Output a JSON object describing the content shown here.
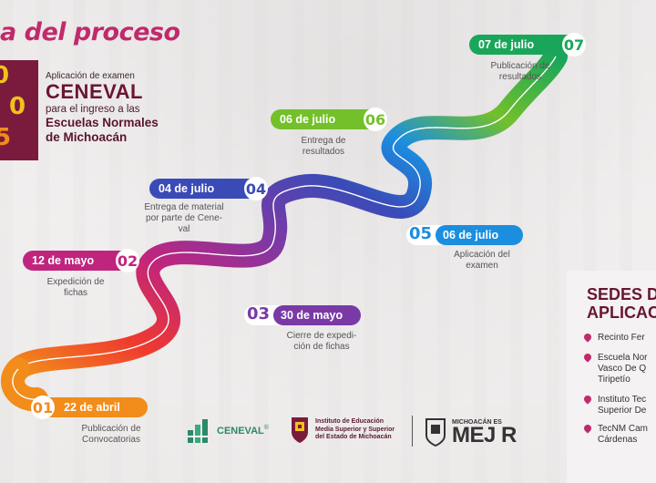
{
  "title": "a del proceso",
  "logo": {
    "digits": [
      "0",
      "0",
      "5"
    ]
  },
  "exam": {
    "line1": "Aplicación de examen",
    "line2": "CENEVAL",
    "line3": "para el ingreso a las",
    "line4": "Escuelas Normales",
    "line5": "de Michoacán"
  },
  "steps": [
    {
      "num": "01",
      "date": "22 de abril",
      "desc1": "Publicación de",
      "desc2": "Convocatorias",
      "color": "#f28c1a"
    },
    {
      "num": "02",
      "date": "12 de mayo",
      "desc1": "Expedición de",
      "desc2": "fichas",
      "color": "#c0257e"
    },
    {
      "num": "03",
      "date": "30 de mayo",
      "desc1": "Cierre de expedi-",
      "desc2": "ción de fichas",
      "color": "#7a3aa6"
    },
    {
      "num": "04",
      "date": "04 de julio",
      "desc1": "Entrega de material",
      "desc2": "por parte de Cene-",
      "desc3": "val",
      "color": "#3a4bb8"
    },
    {
      "num": "05",
      "date": "06 de julio",
      "desc1": "Aplicación del",
      "desc2": "examen",
      "color": "#1b8ee0"
    },
    {
      "num": "06",
      "date": "06 de julio",
      "desc1": "Entrega de",
      "desc2": "resultados",
      "color": "#73c02a"
    },
    {
      "num": "07",
      "date": "07 de julio",
      "desc1": "Publicación de",
      "desc2": "resultados",
      "color": "#1aa65a"
    }
  ],
  "sedes": {
    "title1": "SEDES D",
    "title2": "APLICAC",
    "items": [
      {
        "line1": "Recinto Fer"
      },
      {
        "line1": "Escuela Nor",
        "line2": "Vasco De Q",
        "line3": "Tiripetío"
      },
      {
        "line1": "Instituto Tec",
        "line2": "Superior De"
      },
      {
        "line1": "TecNM Cam",
        "line2": "Cárdenas"
      }
    ]
  },
  "footer": {
    "ceneval": "CENEVAL",
    "registered": "®",
    "inst1": "Instituto de Educación",
    "inst2": "Media Superior y Superior",
    "inst3": "del Estado de Michoacán",
    "mich_small": "MICHOACÁN ES",
    "mich_big": "MEJ  R"
  },
  "colors": {
    "brand": "#c02a6b",
    "wine": "#7a1b3e",
    "yellow": "#f2c21a",
    "orange": "#f28c1a"
  }
}
